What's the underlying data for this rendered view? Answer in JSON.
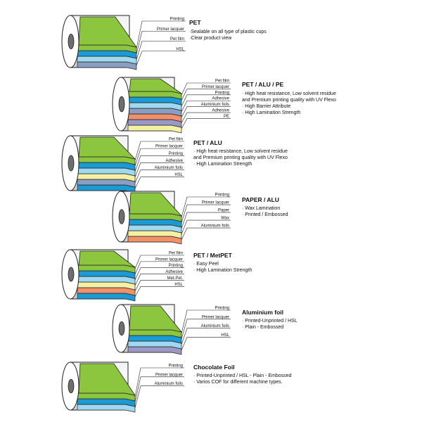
{
  "colors": {
    "green": "#8cc63e",
    "blue": "#1c9ad6",
    "light_blue": "#9fd8ef",
    "gray_blue": "#8a9ec2",
    "lavender": "#9c98c6",
    "light_yellow": "#f4f0a4",
    "orange": "#f0916a",
    "roll_light": "#f2f2f2",
    "roll_dark": "#cfcfcf"
  },
  "diagrams": [
    {
      "name": "pet",
      "title": "PET",
      "layers": [
        {
          "label": "Printing",
          "color": "green"
        },
        {
          "label": "Primer lacquer",
          "color": "blue"
        },
        {
          "label": "Pet film",
          "color": "light_blue"
        },
        {
          "label": "HSL",
          "color": "gray_blue"
        }
      ],
      "description": [
        "·Sealable on all type of plastic cups",
        "·Clear product view"
      ]
    },
    {
      "name": "pet-alu-pe",
      "title": "PET / ALU / PE",
      "layers": [
        {
          "label": "Pet film",
          "color": "green"
        },
        {
          "label": "Primer lacquer",
          "color": "blue"
        },
        {
          "label": "Printing",
          "color": "light_blue"
        },
        {
          "label": "Adhesive",
          "color": "gray_blue"
        },
        {
          "label": "Aluminium foils",
          "color": "orange"
        },
        {
          "label": "Adhesive",
          "color": "lavender"
        },
        {
          "label": "PE",
          "color": "light_yellow"
        }
      ],
      "description": [
        "· High heat resistance, Low solvent residue",
        "  and Premium printing quality with UV Flexo",
        "· High Barrier Attribute",
        "· High Lamination Strength"
      ]
    },
    {
      "name": "pet-alu",
      "title": "PET / ALU",
      "layers": [
        {
          "label": "Pet film",
          "color": "green"
        },
        {
          "label": "Primer lacquer",
          "color": "blue"
        },
        {
          "label": "Printing",
          "color": "light_blue"
        },
        {
          "label": "Adhesive",
          "color": "light_yellow"
        },
        {
          "label": "Aluminium foils",
          "color": "gray_blue"
        },
        {
          "label": "HSL",
          "color": "blue"
        }
      ],
      "description": [
        "· High heat resistance, Low solvent residue",
        "  and Premium printing quality with UV Flexo",
        "· High Lamination Strength"
      ]
    },
    {
      "name": "paper-alu",
      "title": "PAPER / ALU",
      "layers": [
        {
          "label": "Printing",
          "color": "green"
        },
        {
          "label": "Primer lacquer",
          "color": "blue"
        },
        {
          "label": "Paper",
          "color": "light_blue"
        },
        {
          "label": "Wax",
          "color": "light_yellow"
        },
        {
          "label": "Aluminium foils",
          "color": "orange"
        }
      ],
      "description": [
        "· Wax Lamination",
        "· Printed / Embossed"
      ]
    },
    {
      "name": "pet-metpet",
      "title": "PET / MetPET",
      "layers": [
        {
          "label": "Pet film",
          "color": "green"
        },
        {
          "label": "Primer lacquer",
          "color": "blue"
        },
        {
          "label": "Printing",
          "color": "light_blue"
        },
        {
          "label": "Adhesive",
          "color": "light_yellow"
        },
        {
          "label": "Met.Pet.",
          "color": "orange"
        },
        {
          "label": "HSL",
          "color": "blue"
        }
      ],
      "description": [
        "· Easy Peel",
        "· High Lamination Strength"
      ]
    },
    {
      "name": "aluminium-foil",
      "title": "Aluminium foil",
      "layers": [
        {
          "label": "Printing",
          "color": "green"
        },
        {
          "label": "Primer lacquer",
          "color": "blue"
        },
        {
          "label": "Aluminium foils",
          "color": "light_blue"
        },
        {
          "label": "HSL",
          "color": "lavender"
        }
      ],
      "description": [
        "· Printed-Unprinted / HSL",
        "· Plain - Embossed"
      ]
    },
    {
      "name": "chocolate-foil",
      "title": "Chocolate Foil",
      "layers": [
        {
          "label": "Printing",
          "color": "green"
        },
        {
          "label": "Primer lacquer",
          "color": "blue"
        },
        {
          "label": "Aluminium foils",
          "color": "light_blue"
        }
      ],
      "description": [
        "· Printed-Unprinted / HSL - Plain - Embossed",
        "· Varios COF for different machine types."
      ]
    }
  ]
}
